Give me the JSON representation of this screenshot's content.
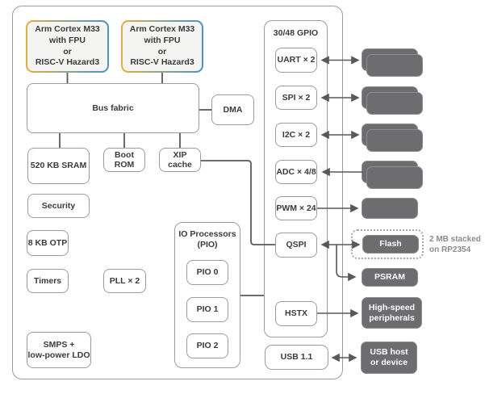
{
  "colors": {
    "cpu_border_left": "#e9ad3c",
    "cpu_border_right": "#4b92c6",
    "box_border": "#9c9c9c",
    "box_text": "#3b3b3d",
    "dark_box_fill": "#6d6d70",
    "dark_box_text": "#ffffff",
    "wire": "#58595b",
    "note_text": "#8b8b8e"
  },
  "cpus": [
    {
      "lines": [
        "Arm Cortex M33",
        "with FPU",
        "or",
        "RISC-V Hazard3"
      ]
    },
    {
      "lines": [
        "Arm Cortex M33",
        "with FPU",
        "or",
        "RISC-V Hazard3"
      ]
    }
  ],
  "core_blocks": {
    "bus_fabric": "Bus fabric",
    "dma": "DMA",
    "sram": "520 KB SRAM",
    "boot_rom": [
      "Boot",
      "ROM"
    ],
    "xip_cache": [
      "XIP",
      "cache"
    ],
    "security": "Security",
    "otp": "8 KB OTP",
    "timers": "Timers",
    "pll": "PLL × 2",
    "smps": [
      "SMPS +",
      "low-power LDO"
    ]
  },
  "pio": {
    "title": [
      "IO Processors",
      "(PIO)"
    ],
    "items": [
      "PIO 0",
      "PIO 1",
      "PIO 2"
    ]
  },
  "gpio": {
    "title": "30/48 GPIO",
    "items": [
      "UART × 2",
      "SPI × 2",
      "I2C × 2",
      "ADC × 4/8",
      "PWM × 24",
      "QSPI",
      "HSTX"
    ]
  },
  "usb_block": "USB 1.1",
  "external": {
    "flash": "Flash",
    "flash_note": [
      "2 MB stacked",
      "on RP2354"
    ],
    "psram": "PSRAM",
    "high_speed": [
      "High-speed",
      "peripherals"
    ],
    "usb_host": [
      "USB host",
      "or device"
    ]
  }
}
